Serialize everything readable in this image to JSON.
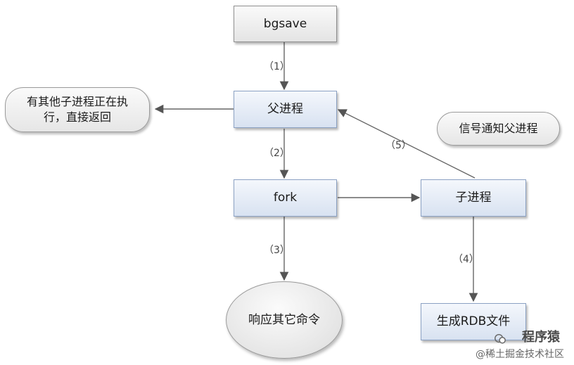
{
  "nodes": {
    "bgsave": "bgsave",
    "parent": "父进程",
    "other_running": "有其他子进程正在执行，直接返回",
    "fork": "fork",
    "child": "子进程",
    "signal": "信号通知父进程",
    "respond": "响应其它命令",
    "rdb": "生成RDB文件"
  },
  "steps": {
    "s1": "（1）",
    "s2": "（2）",
    "s3": "（3）",
    "s4": "（4）",
    "s5": "（5）"
  },
  "watermark": {
    "title": "程序猿",
    "sub": "@稀土掘金技术社区"
  }
}
